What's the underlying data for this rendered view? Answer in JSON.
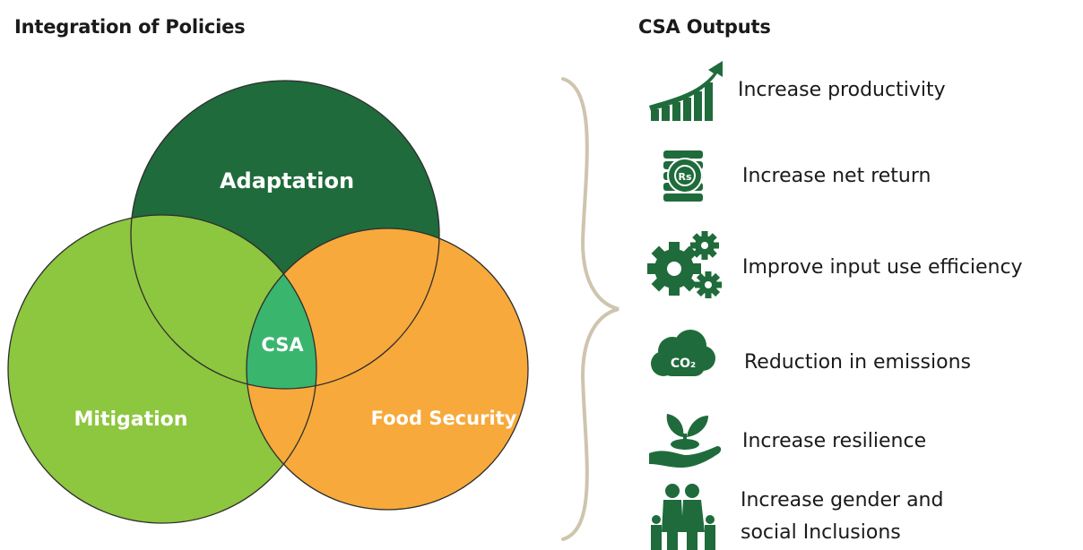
{
  "venn_heading": "Integration of Policies",
  "outputs_heading": "CSA Outputs",
  "venn": {
    "sets": [
      {
        "name": "Adaptation",
        "color": "#1f6b3b"
      },
      {
        "name": "Mitigation",
        "color": "#8dc63f"
      },
      {
        "name": "Food Security",
        "color": "#f7a93b"
      }
    ],
    "intersection": {
      "name": "CSA",
      "color": "#3ab56e"
    }
  },
  "outputs": [
    {
      "label": "Increase productivity",
      "icon": "growth-chart-icon"
    },
    {
      "label": "Increase net return",
      "icon": "rupee-coins-icon"
    },
    {
      "label": "Improve input use efficiency",
      "icon": "gears-icon"
    },
    {
      "label": "Reduction in emissions",
      "icon": "co2-cloud-icon"
    },
    {
      "label": "Increase resilience",
      "icon": "hand-plant-icon"
    },
    {
      "label": "Increase gender and",
      "label2": "social Inclusions",
      "icon": "family-icon"
    }
  ],
  "colors": {
    "icon": "#1f6b3b",
    "brace": "#cfc4ae"
  }
}
